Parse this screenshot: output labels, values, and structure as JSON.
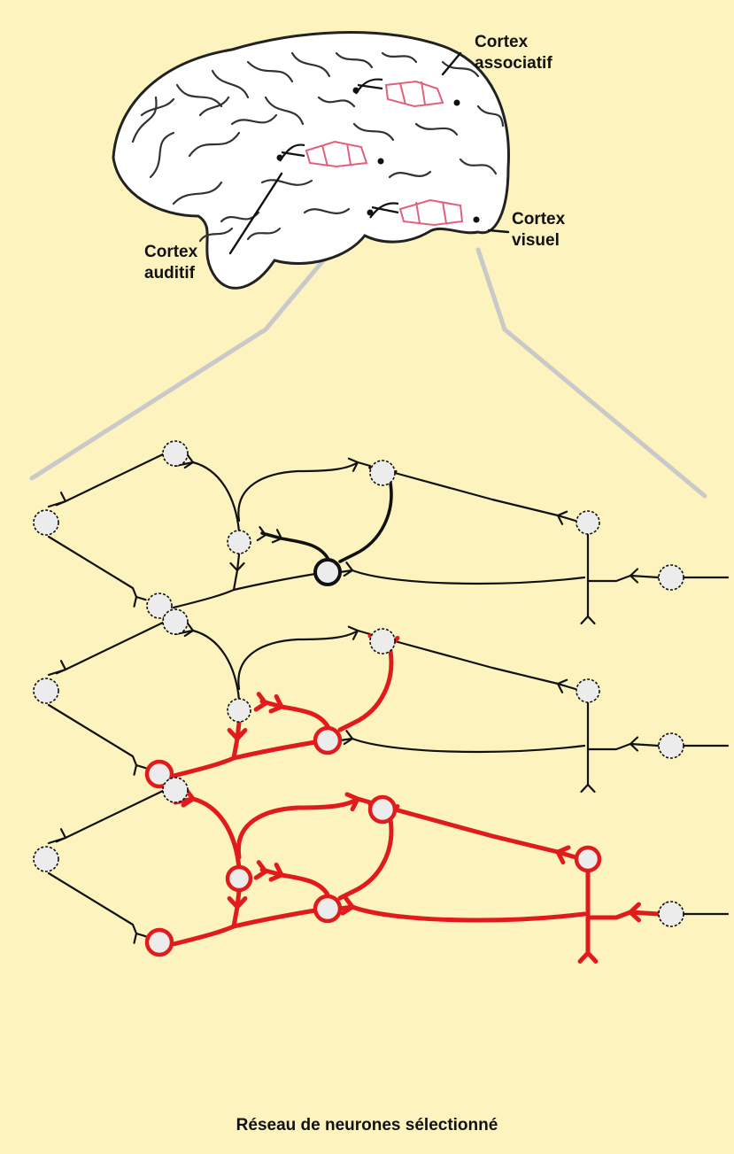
{
  "labels": {
    "associative_cortex": [
      "Cortex",
      "associatif"
    ],
    "visual_cortex": [
      "Cortex",
      "visuel"
    ],
    "auditory_cortex": [
      "Cortex",
      "auditif"
    ]
  },
  "caption": "Réseau de neurones sélectionné",
  "colors": {
    "background": "#fcf3bf",
    "brain_fill": "#ffffff",
    "brain_outline": "#222222",
    "inactive_neuron": "#111111",
    "selected_neuron": "#e01b1b",
    "brain_network": "#e4607a",
    "zoom_lines": "#c9c9c9",
    "soma_fill": "#ececec"
  },
  "network_panels": [
    {
      "stage": 1,
      "selected_paths": 1
    },
    {
      "stage": 2,
      "selected_paths": 6
    },
    {
      "stage": 3,
      "selected_paths": 15
    }
  ]
}
